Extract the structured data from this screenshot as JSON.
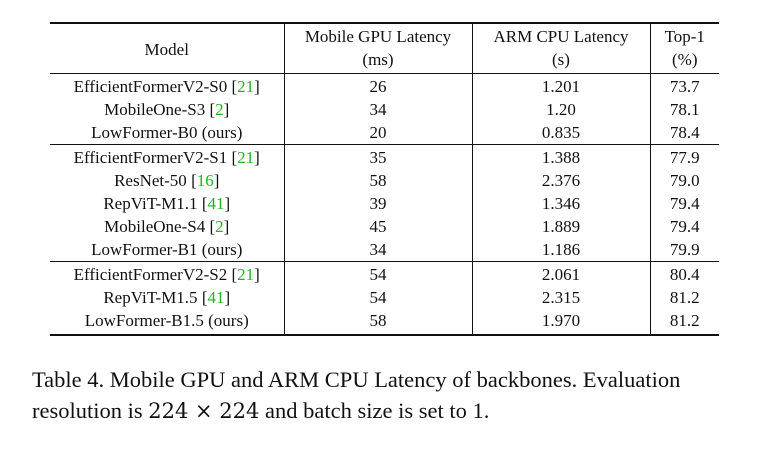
{
  "table": {
    "header": {
      "model": "Model",
      "gpu_line1": "Mobile GPU Latency",
      "gpu_line2": "(ms)",
      "cpu_line1": "ARM CPU Latency",
      "cpu_line2": "(s)",
      "top1_line1": "Top-1",
      "top1_line2": "(%)"
    },
    "groups": [
      {
        "rows": [
          {
            "model": "EfficientFormerV2-S0",
            "cite": "21",
            "gpu": "26",
            "cpu": "1.201",
            "top1": "73.7",
            "bold": []
          },
          {
            "model": "MobileOne-S3",
            "cite": "2",
            "gpu": "34",
            "cpu": "1.20",
            "top1": "78.1",
            "bold": []
          },
          {
            "model": "LowFormer-B0 (ours)",
            "cite": "",
            "gpu": "20",
            "cpu": "0.835",
            "top1": "78.4",
            "bold": [
              "gpu",
              "cpu",
              "top1"
            ]
          }
        ]
      },
      {
        "rows": [
          {
            "model": "EfficientFormerV2-S1",
            "cite": "21",
            "gpu": "35",
            "cpu": "1.388",
            "top1": "77.9",
            "bold": []
          },
          {
            "model": "ResNet-50",
            "cite": "16",
            "gpu": "58",
            "cpu": "2.376",
            "top1": "79.0",
            "bold": []
          },
          {
            "model": "RepViT-M1.1",
            "cite": "41",
            "gpu": "39",
            "cpu": "1.346",
            "top1": "79.4",
            "bold": []
          },
          {
            "model": "MobileOne-S4",
            "cite": "2",
            "gpu": "45",
            "cpu": "1.889",
            "top1": "79.4",
            "bold": []
          },
          {
            "model": "LowFormer-B1 (ours)",
            "cite": "",
            "gpu": "34",
            "cpu": "1.186",
            "top1": "79.9",
            "bold": [
              "gpu",
              "cpu",
              "top1"
            ]
          }
        ]
      },
      {
        "rows": [
          {
            "model": "EfficientFormerV2-S2",
            "cite": "21",
            "gpu": "54",
            "cpu": "2.061",
            "top1": "80.4",
            "bold": [
              "gpu"
            ]
          },
          {
            "model": "RepViT-M1.5",
            "cite": "41",
            "gpu": "54",
            "cpu": "2.315",
            "top1": "81.2",
            "bold": [
              "gpu",
              "top1"
            ]
          },
          {
            "model": "LowFormer-B1.5 (ours)",
            "cite": "",
            "gpu": "58",
            "cpu": "1.970",
            "top1": "81.2",
            "bold": [
              "cpu",
              "top1"
            ]
          }
        ]
      }
    ]
  },
  "caption": {
    "label": "Table 4.",
    "text_before": "Mobile GPU and ARM CPU Latency of backbones. Evaluation resolution is",
    "math": "224 × 224",
    "text_after": "and batch size is set to 1."
  }
}
